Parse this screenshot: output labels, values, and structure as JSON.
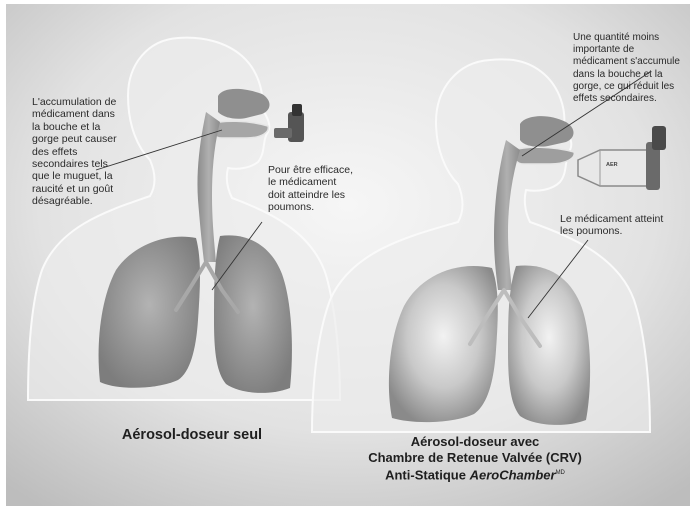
{
  "left_panel": {
    "note_mouth": "L'accumulation de\nmédicament dans\nla bouche et la\ngorge peut causer\ndes effets\nsecondaires tels\nque le muguet, la\nraucité et un goût\ndésagréable.",
    "note_lungs": "Pour être efficace,\nle médicament\ndoit atteindre les\npoumons.",
    "caption": "Aérosol-doseur seul"
  },
  "right_panel": {
    "note_mouth": "Une quantité moins\nimportante de\nmédicament s'accumule\ndans la bouche et la\ngorge, ce qui réduit les\neffets secondaires.",
    "note_lungs": "Le médicament atteint\nles poumons.",
    "device_label": "AER",
    "caption_line1": "Aérosol-doseur avec",
    "caption_line2": "Chambre de Retenue Valvée (CRV)",
    "caption_line3_prefix": "Anti-Statique ",
    "caption_brand": "AeroChamber",
    "caption_mark": "MD"
  },
  "colors": {
    "background_light": "#f4f4f4",
    "background_dark": "#c4c4c4",
    "lungs": "#8a8a8a",
    "airway": "#9a9a9a",
    "body_outline": "#ececec",
    "leader_line": "#333333"
  }
}
